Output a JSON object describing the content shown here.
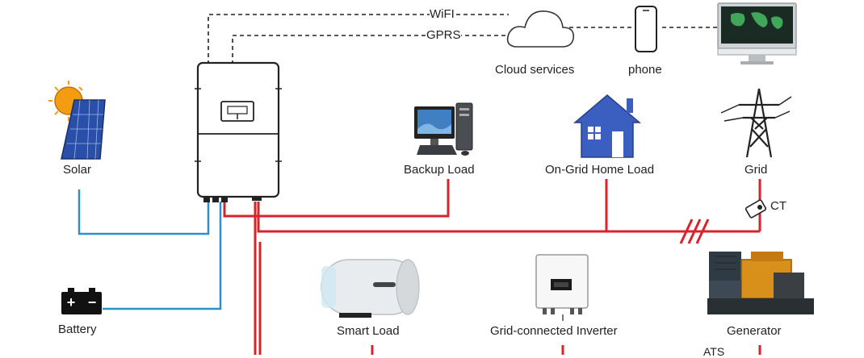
{
  "links": {
    "wifi": "WiFI",
    "gprs": "GPRS"
  },
  "nodes": {
    "cloud": "Cloud services",
    "phone": "phone",
    "solar": "Solar",
    "backup_load": "Backup Load",
    "on_grid_home_load": "On-Grid Home Load",
    "grid": "Grid",
    "ct": "CT",
    "battery": "Battery",
    "smart_load": "Smart Load",
    "grid_inverter": "Grid-connected Inverter",
    "generator": "Generator",
    "ats": "ATS"
  },
  "colors": {
    "ac_line": "#d8232a",
    "dc_line": "#2e8fd0",
    "comm_line": "#222222",
    "house": "#3b5fc0",
    "sun": "#f39c12",
    "panel": "#2a4fa8"
  },
  "battery_symbols": {
    "plus": "+",
    "minus": "−"
  }
}
